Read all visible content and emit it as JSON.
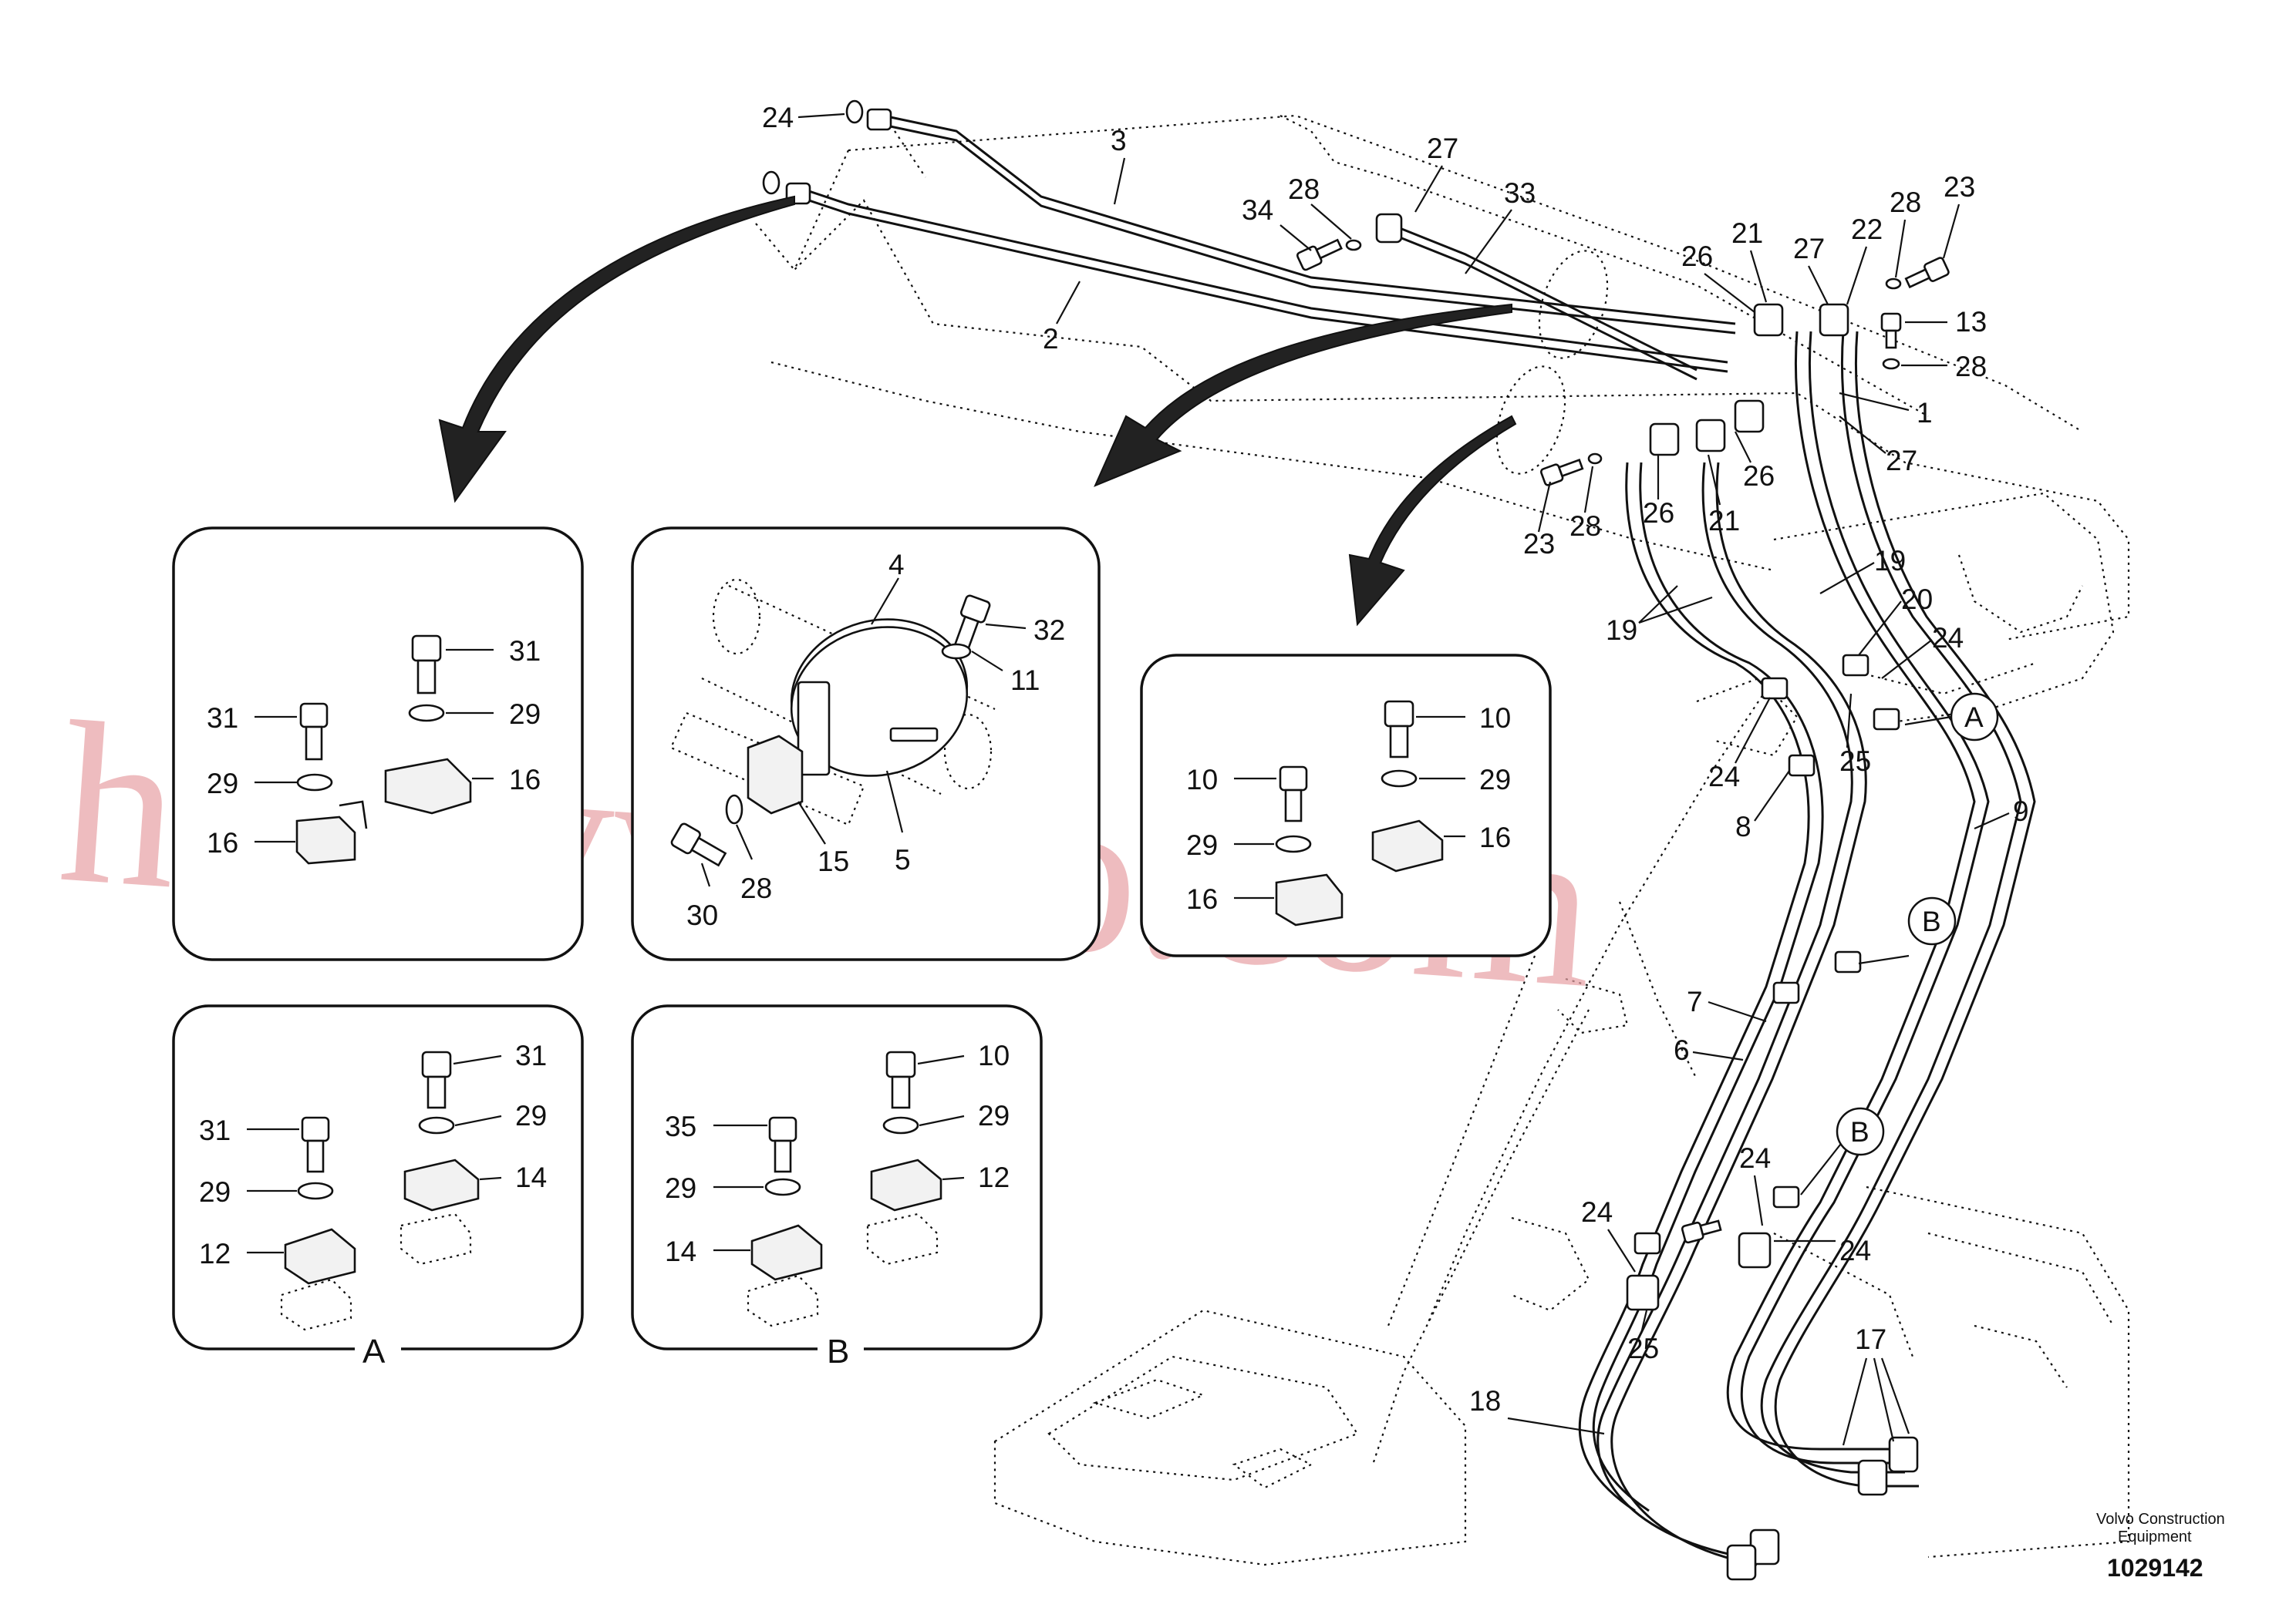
{
  "watermark": "heavyvolvo.com",
  "brand": {
    "line1": "Volvo Construction",
    "line2": "Equipment"
  },
  "doc_number": "1029142",
  "panels": {
    "A": {
      "label": "A"
    },
    "B": {
      "label": "B"
    }
  },
  "callouts": {
    "c24a": "24",
    "c3": "3",
    "c2": "2",
    "c27a": "27",
    "c33": "33",
    "c28a": "28",
    "c34": "34",
    "c21a": "21",
    "c26a": "26",
    "c27b": "27",
    "c22": "22",
    "c28b": "28",
    "c23a": "23",
    "c13": "13",
    "c28c": "28",
    "c1": "1",
    "c27c": "27",
    "c26b": "26",
    "c21b": "21",
    "c26c": "26",
    "c23b": "23",
    "c28d": "28",
    "c19a": "19",
    "c19b": "19",
    "c20": "20",
    "c24b": "24",
    "c25a": "25",
    "c24c": "24",
    "c8": "8",
    "c9": "9",
    "c7": "7",
    "c6": "6",
    "c24d": "24",
    "c24e": "24",
    "c24f": "24",
    "c25b": "25",
    "c18": "18",
    "c17": "17",
    "p1_31a": "31",
    "p1_29a": "29",
    "p1_16a": "16",
    "p1_31b": "31",
    "p1_29b": "29",
    "p1_16b": "16",
    "p2_4": "4",
    "p2_32": "32",
    "p2_11": "11",
    "p2_15": "15",
    "p2_5": "5",
    "p2_30": "30",
    "p2_28": "28",
    "p3_10a": "10",
    "p3_29a": "29",
    "p3_16a": "16",
    "p3_10b": "10",
    "p3_29b": "29",
    "p3_16b": "16",
    "pA_31a": "31",
    "pA_29a": "29",
    "pA_14": "14",
    "pA_31b": "31",
    "pA_29b": "29",
    "pA_12": "12",
    "pB_10": "10",
    "pB_29a": "29",
    "pB_12": "12",
    "pB_35": "35",
    "pB_29b": "29",
    "pB_14": "14"
  },
  "detail_markers": {
    "A": "A",
    "B1": "B",
    "B2": "B"
  }
}
